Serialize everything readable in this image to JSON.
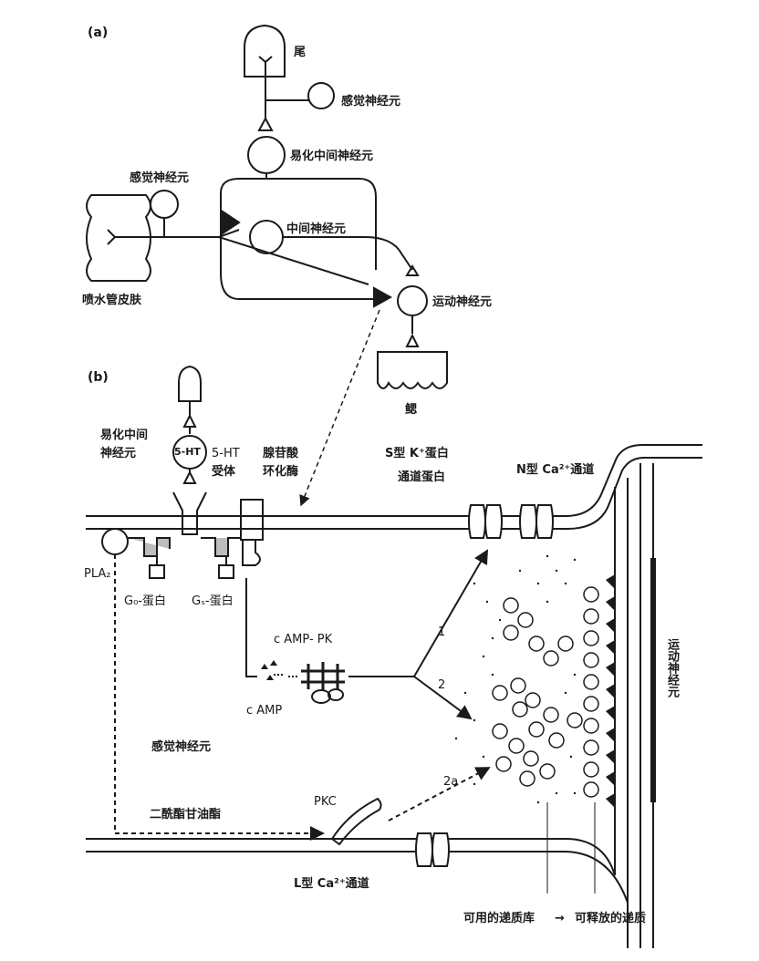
{
  "panel_a": {
    "label": "(a)",
    "tail": "尾",
    "sensory_neuron_tail": "感觉神经元",
    "facilitating_interneuron": "易化中间神经元",
    "sensory_neuron": "感觉神经元",
    "interneuron": "中间神经元",
    "siphon_skin": "喷水管皮肤",
    "motor_neuron": "运动神经元",
    "gill": "鳃"
  },
  "panel_b": {
    "label": "(b)",
    "facilitating_interneuron_l1": "易化中间",
    "facilitating_interneuron_l2": "神经元",
    "ht_inside": "5-HT",
    "receptor_l1": "5-HT",
    "receptor_l2": "受体",
    "cyclase_l1": "腺苷酸",
    "cyclase_l2": "环化酶",
    "k_channel_l1": "S型 K⁺蛋白",
    "k_channel_l2": "通道蛋白",
    "n_channel": "N型 Ca²⁺通道",
    "pla2": "PLA₂",
    "go_protein": "G₀-蛋白",
    "gs_protein": "Gₛ-蛋白",
    "camp_pk": "c AMP- PK",
    "camp": "c AMP",
    "path1": "1",
    "path2": "2",
    "path2a": "2a",
    "sensory_neuron": "感觉神经元",
    "pkc": "PKC",
    "diacylglycerol": "二酰酯甘油酯",
    "l_channel": "L型 Ca²⁺通道",
    "motor_neuron_vertical": "运动神经元",
    "pool_available": "可用的递质库",
    "pool_arrow": "→",
    "pool_releasable": "可释放的递质"
  }
}
